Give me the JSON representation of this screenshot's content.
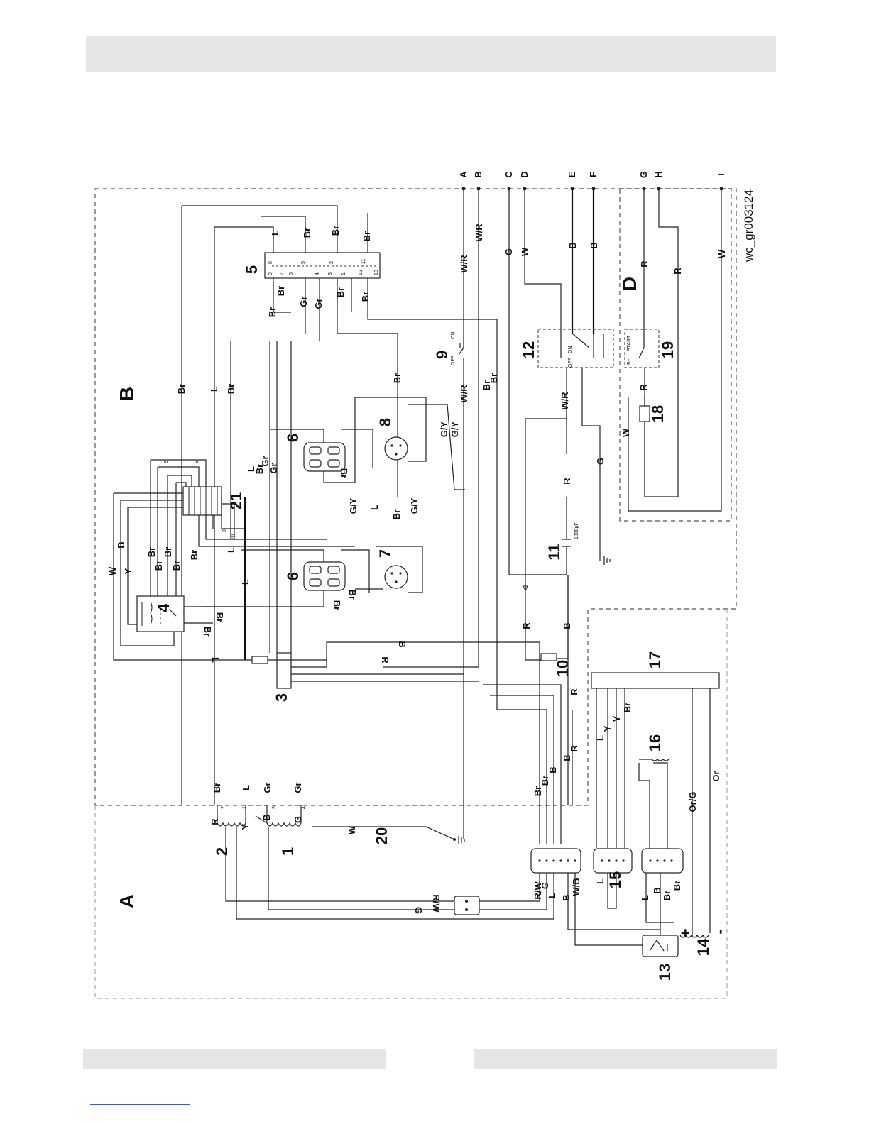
{
  "reference": "wc_gr003124",
  "sections": [
    "A",
    "B",
    "D"
  ],
  "terminals": [
    "A",
    "B",
    "C",
    "D",
    "E",
    "F",
    "G",
    "H",
    "I"
  ],
  "components": [
    "1",
    "2",
    "3",
    "4",
    "5",
    "6",
    "6",
    "7",
    "8",
    "9",
    "10",
    "11",
    "12",
    "13",
    "14",
    "15",
    "16",
    "17",
    "18",
    "19",
    "20",
    "21"
  ],
  "switch_labels": {
    "off": "OFF",
    "on": "ON",
    "start": "START",
    "b_plus": "B+"
  },
  "capacitor_label": "1000μF",
  "wire_labels": {
    "top_run": [
      "Br",
      "L",
      "Br",
      "W/R",
      "W/R",
      "G",
      "W",
      "B",
      "B",
      "R",
      "R",
      "W"
    ],
    "selector_right": [
      "L",
      "Br",
      "Br",
      "Br"
    ],
    "selector_left": [
      "Br",
      "Br",
      "Gr",
      "Gr",
      "Br",
      "Br"
    ],
    "switch5_pins": [
      "9",
      "8",
      "7",
      "6",
      "5",
      "4",
      "3",
      "2",
      "1",
      "12",
      "11",
      "10"
    ],
    "mid_run": [
      "Br",
      "L",
      "Br",
      "Br",
      "Br",
      "Br",
      "W/R"
    ],
    "receptacle_run": [
      "L",
      "Br",
      "Gr",
      "Gr",
      "G/Y",
      "L",
      "Br",
      "G/Y",
      "G/Y",
      "G/Y",
      "Br",
      "Br",
      "Br"
    ],
    "key_run": [
      "W/R",
      "G",
      "R",
      "R",
      "W",
      "R"
    ],
    "left_block": [
      "W",
      "Y",
      "B",
      "Br",
      "Br",
      "Br",
      "Br",
      "Br",
      "L",
      "L",
      "3",
      "3",
      "3",
      "70"
    ],
    "lower_run": [
      "L",
      "Br",
      "Br",
      "B",
      "R",
      "B",
      "R",
      "R",
      "B"
    ],
    "stator": [
      "Br",
      "L",
      "Gr",
      "Gr",
      "R",
      "Y",
      "B",
      "G",
      "W",
      "2",
      "1",
      "3",
      "4"
    ],
    "alternator": [
      "R/W",
      "G",
      "R/W",
      "G",
      "L",
      "B",
      "W/B",
      "L",
      "B",
      "Br",
      "Br",
      "Br"
    ],
    "module17": [
      "L",
      "Y",
      "Y",
      "Br",
      "Or/G",
      "Or"
    ],
    "battery": [
      "+",
      "-"
    ]
  }
}
